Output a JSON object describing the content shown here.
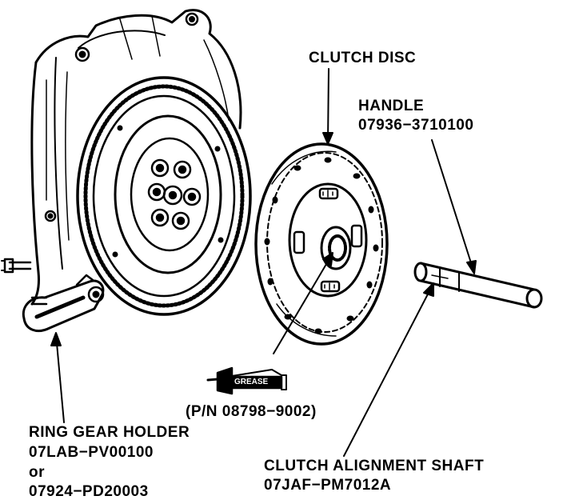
{
  "labels": {
    "clutch_disc": "CLUTCH DISC",
    "handle_title": "HANDLE",
    "handle_part": "07936−3710100",
    "grease_tube": "GREASE",
    "grease_part": "(P/N 08798−9002)",
    "ring_gear_title": "RING GEAR HOLDER",
    "ring_gear_part1": "07LAB−PV00100",
    "ring_gear_or": "or",
    "ring_gear_part2": "07924−PD20003",
    "alignment_title": "CLUTCH ALIGNMENT SHAFT",
    "alignment_part": "07JAF−PM7012A"
  },
  "colors": {
    "ink": "#000000",
    "paper": "#ffffff"
  }
}
